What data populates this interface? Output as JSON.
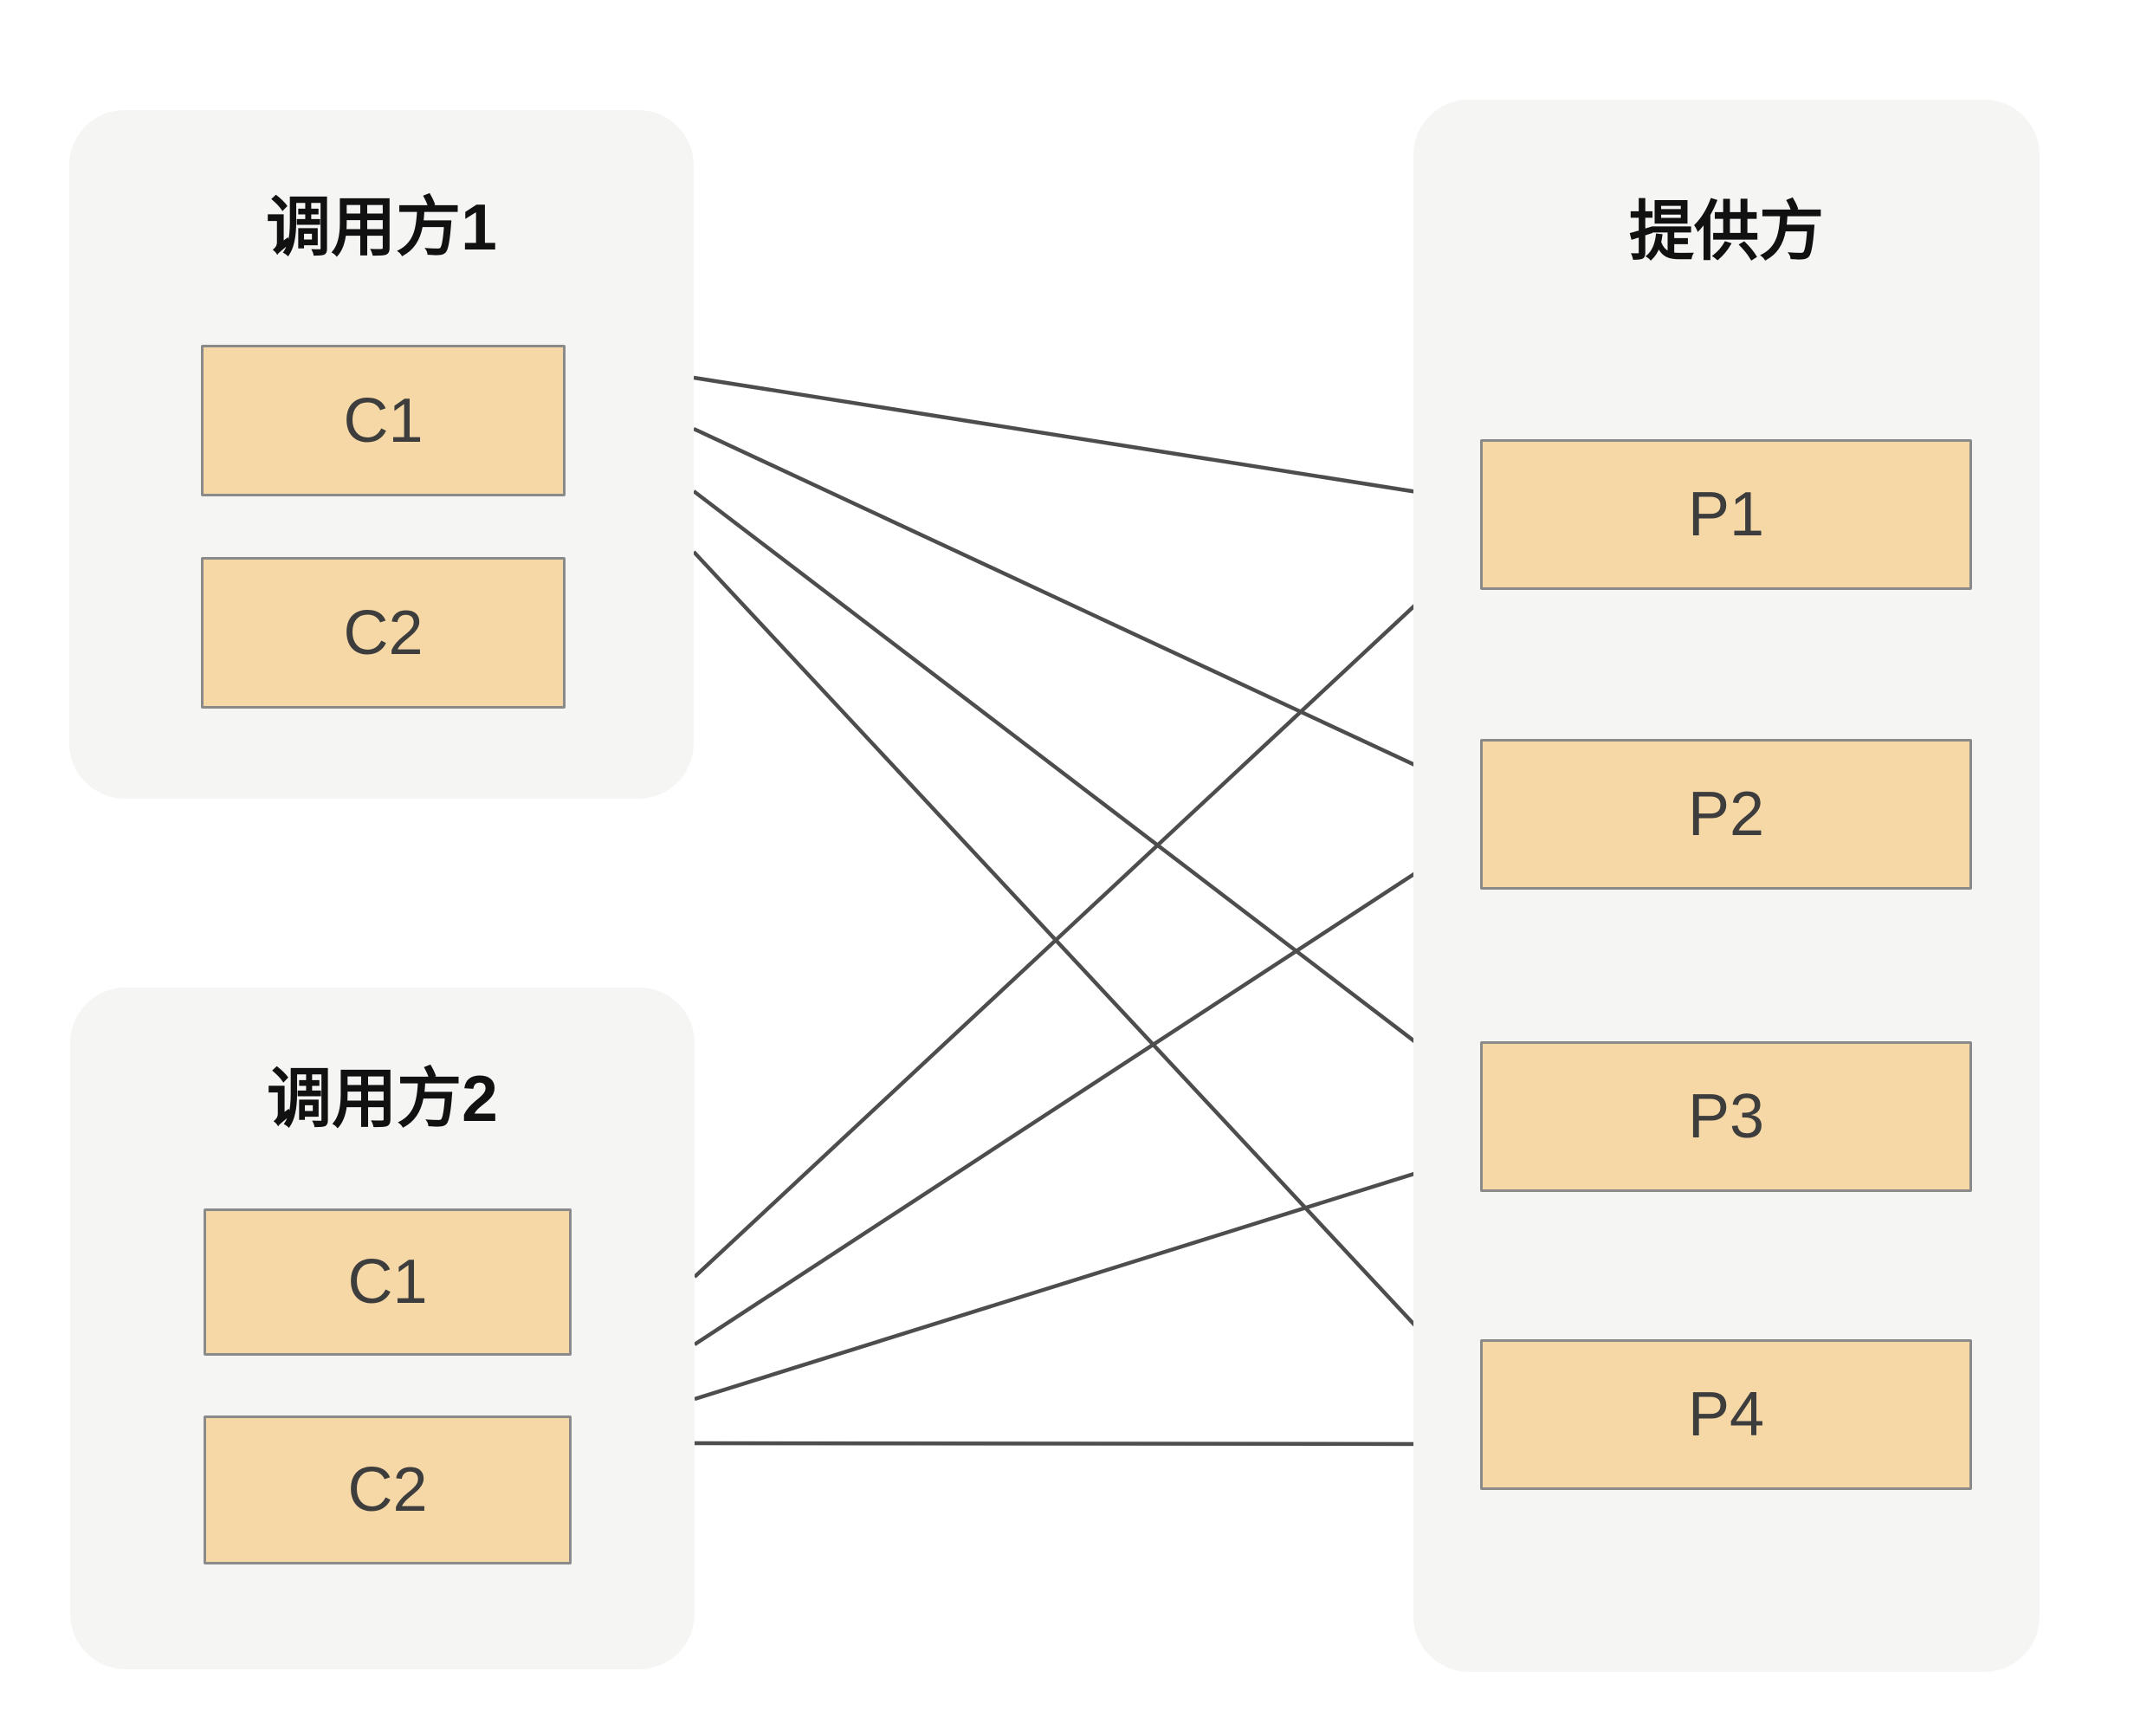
{
  "panels": {
    "caller1": {
      "title": "调用方1",
      "nodes": [
        {
          "id": "c1",
          "label": "C1"
        },
        {
          "id": "c2",
          "label": "C2"
        }
      ]
    },
    "caller2": {
      "title": "调用方2",
      "nodes": [
        {
          "id": "c1",
          "label": "C1"
        },
        {
          "id": "c2",
          "label": "C2"
        }
      ]
    },
    "provider": {
      "title": "提供方",
      "nodes": [
        {
          "id": "P1",
          "label": "P1"
        },
        {
          "id": "P2",
          "label": "P2"
        },
        {
          "id": "P3",
          "label": "P3"
        },
        {
          "id": "P4",
          "label": "P4"
        }
      ]
    }
  },
  "edges": [
    {
      "from": "caller1",
      "to": "P1"
    },
    {
      "from": "caller1",
      "to": "P2"
    },
    {
      "from": "caller1",
      "to": "P3"
    },
    {
      "from": "caller1",
      "to": "P4"
    },
    {
      "from": "caller2",
      "to": "P1"
    },
    {
      "from": "caller2",
      "to": "P2"
    },
    {
      "from": "caller2",
      "to": "P3"
    },
    {
      "from": "caller2",
      "to": "P4"
    }
  ],
  "colors": {
    "page-bg": "#FFFFFF",
    "panel-bg": "#F5F5F3",
    "node-fill": "#F5D8A5",
    "node-border": "#8A8A8A",
    "node-text": "#3D3D3D",
    "title-text": "#111111",
    "arrow-color": "#4D4D4D"
  }
}
